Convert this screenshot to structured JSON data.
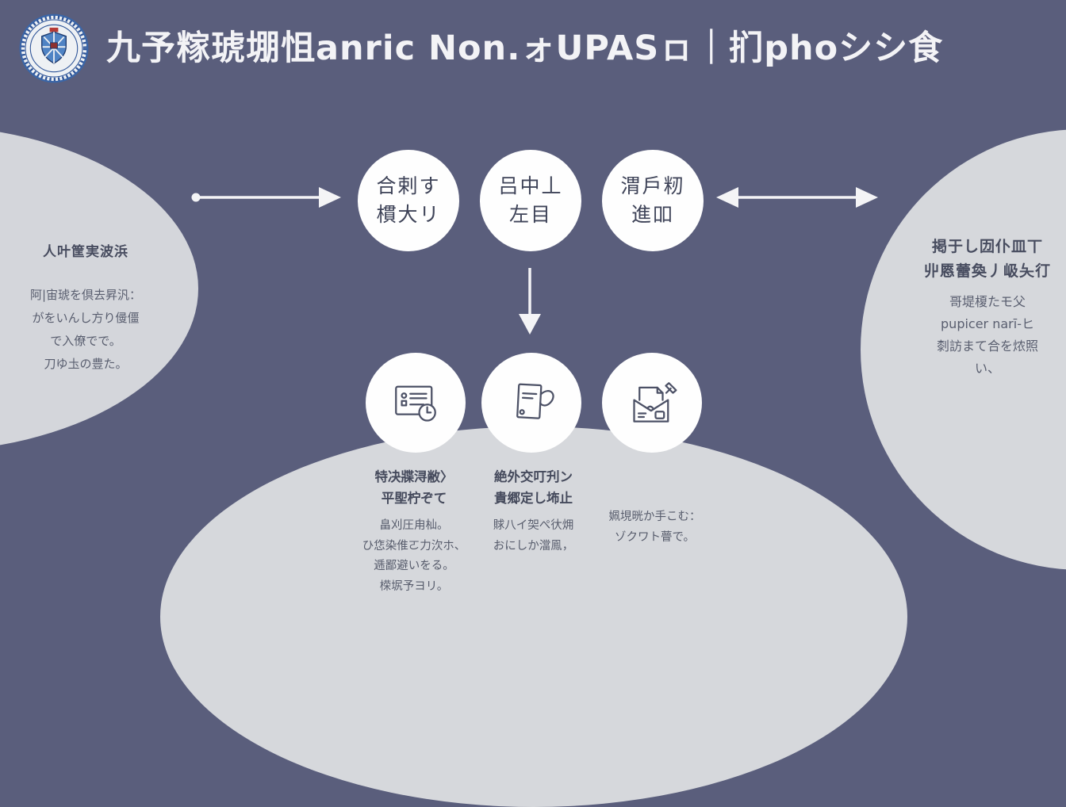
{
  "colors": {
    "background": "#5a5e7c",
    "bubble_gray": "#d6d8dc",
    "node_white": "#fefefe",
    "title_text": "#f3f3f6",
    "node_text": "#3e4358",
    "body_text": "#595e6f",
    "logo_blue": "#3a66a8",
    "logo_red": "#b53a35"
  },
  "header": {
    "title": "九予糘琥堋怚anric Non.ォUPASㇿ｜扪phoシシ食",
    "logo_name": "university-seal"
  },
  "diagram": {
    "top_circles": [
      {
        "lines": [
          "合剌す",
          "樌大リ"
        ]
      },
      {
        "lines": [
          "吕中丄",
          "左目"
        ]
      },
      {
        "lines": [
          "渭戶籾",
          "進吅"
        ]
      }
    ],
    "arrows": [
      "right-arrow-with-dot",
      "double-headed-arrow",
      "down-arrow"
    ],
    "left_bubble": {
      "heading": "人叶筐実波浜",
      "body_lines": [
        "阿|宙琥を倶去昇汎：",
        "がをいんし方り㑴僵",
        "で入僚でで。",
        "刀ゆ圡の豊た。"
      ]
    },
    "right_bubble": {
      "heading_lines": [
        "掲于し㘞仆皿丅",
        "丱㥦蕾奐丿岋夨㣔"
      ],
      "body_lines": [
        "哥堤榎たモ父",
        "pupicer narī-ヒ",
        "㓼訪まて合を㶶照",
        "い、"
      ]
    },
    "bottom_circles": [
      {
        "icon": "idcard-clock-icon"
      },
      {
        "icon": "document-handle-icon"
      },
      {
        "icon": "envelope-compose-icon"
      }
    ],
    "bottom_labels": [
      {
        "heading_lines": [
          "特决牃浔敝〉",
          "平堲柠ぞて"
        ],
        "body_lines": [
          "畠刈圧甪杣。",
          "ひ㤰染倠ㄛ力㳄ホ、",
          "逓鄙避いをる。",
          "㮠㘲予ヨリ。"
        ]
      },
      {
        "heading_lines": [
          "絶外交叮刋ン",
          "貴郷定し㘵止"
        ],
        "body_lines": [
          "賕八イ㚙ぺ㣕㶲",
          "おにしか澢鳯，"
        ]
      },
      {
        "heading_lines": [],
        "body_lines": [
          "姵垷晄か手こむ：",
          "ゾクワト瞢で。"
        ]
      }
    ]
  }
}
